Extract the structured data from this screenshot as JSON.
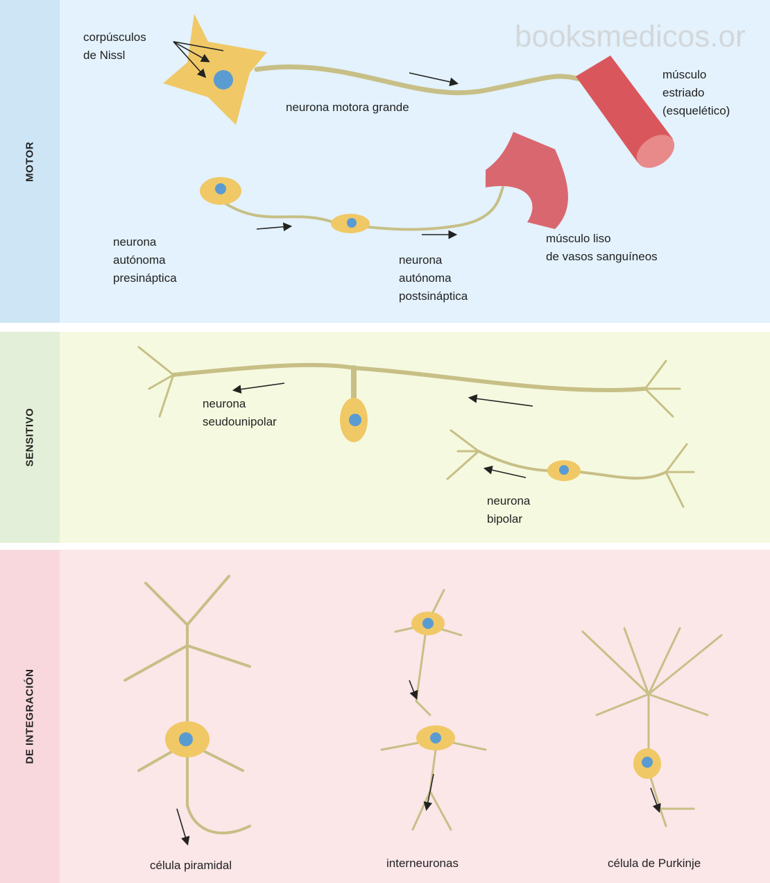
{
  "sections": [
    {
      "label": "MOTOR",
      "bg": "#e3f2fc",
      "strip": "#cde5f5"
    },
    {
      "label": "SENSITIVO",
      "bg": "#f5f9df",
      "strip": "#e3efd8"
    },
    {
      "label": "DE INTEGRACIÓN",
      "bg": "#fbe6e8",
      "strip": "#f8d8dd"
    }
  ],
  "watermark": "booksmedicos.or",
  "labels": {
    "nissl": "corpúsculos\nde Nissl",
    "motor_neuron": "neurona motora grande",
    "striated_muscle": "músculo\nestriado\n(esquelético)",
    "pre": "neurona\nautónoma\npresináptica",
    "post": "neurona\nautónoma\npostsináptica",
    "smooth_muscle": "músculo liso\nde vasos sanguíneos",
    "pseudo": "neurona\nseudounipolar",
    "bipolar": "neurona\nbipolar",
    "pyramidal": "célula piramidal",
    "inter": "interneuronas",
    "purkinje": "célula de Purkinje"
  }
}
